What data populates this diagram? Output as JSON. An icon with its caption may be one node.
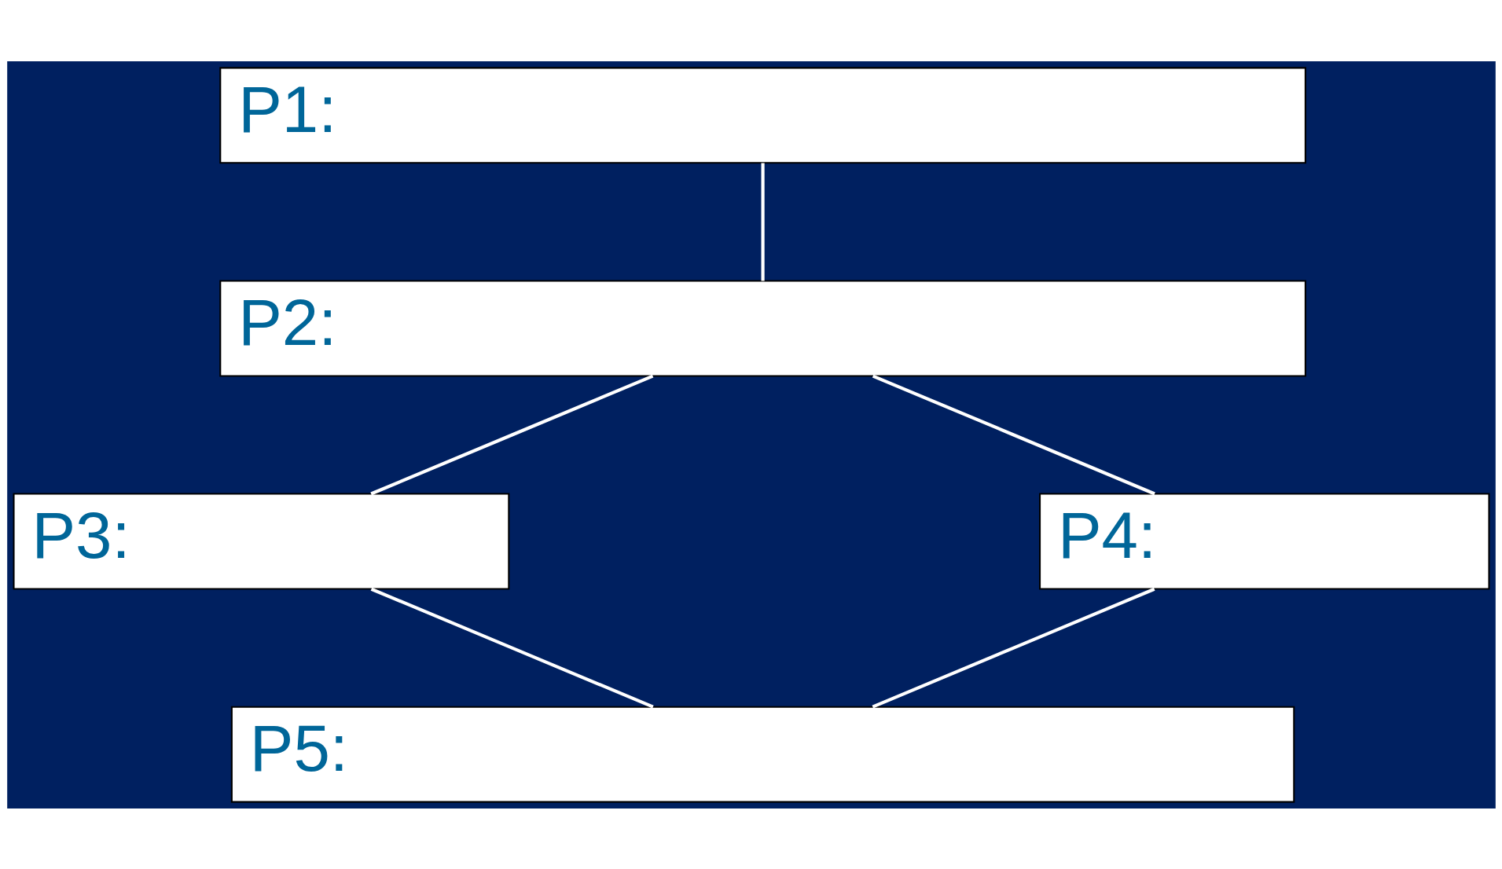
{
  "diagram": {
    "nodes": [
      {
        "text": [
          "P1:"
        ]
      },
      {
        "text": [
          "P2:"
        ]
      },
      {
        "text": [
          "P3:"
        ]
      },
      {
        "text": [
          "P4:"
        ]
      },
      {
        "text": [
          "P5:"
        ]
      }
    ],
    "edges": [
      {
        "from": 0,
        "to": 1,
        "arrow": "none"
      },
      {
        "from": 1,
        "to": 2,
        "arrow": "none"
      },
      {
        "from": 1,
        "to": 3,
        "arrow": "none"
      },
      {
        "from": 2,
        "to": 4,
        "arrow": "none"
      },
      {
        "from": 3,
        "to": 4,
        "arrow": "none"
      }
    ]
  }
}
